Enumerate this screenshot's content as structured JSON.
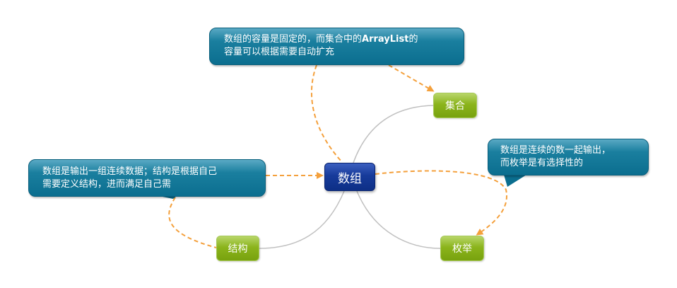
{
  "center": {
    "label": "数组"
  },
  "nodes": {
    "collection": "集合",
    "structure": "结构",
    "enumeration": "枚举"
  },
  "callouts": {
    "top": {
      "line1_prefix": "数组的容量是固定的，而集合中的",
      "line1_bold": "ArrayList",
      "line1_suffix": "的",
      "line2": "容量可以根据需要自动扩充"
    },
    "left": {
      "line1": "数组是输出一组连续数据；结构是根据自己",
      "line2": "需要定义结构，进而满足自己需"
    },
    "right": {
      "line1": "数组是连续的数一起输出，",
      "line2": "而枚举是有选择性的"
    }
  },
  "colors": {
    "link": "#c0c0c0",
    "relation": "#f4a03c",
    "callout": "#0b6e8f",
    "center": "#173b9a",
    "subtopic": "#8bb41c"
  }
}
